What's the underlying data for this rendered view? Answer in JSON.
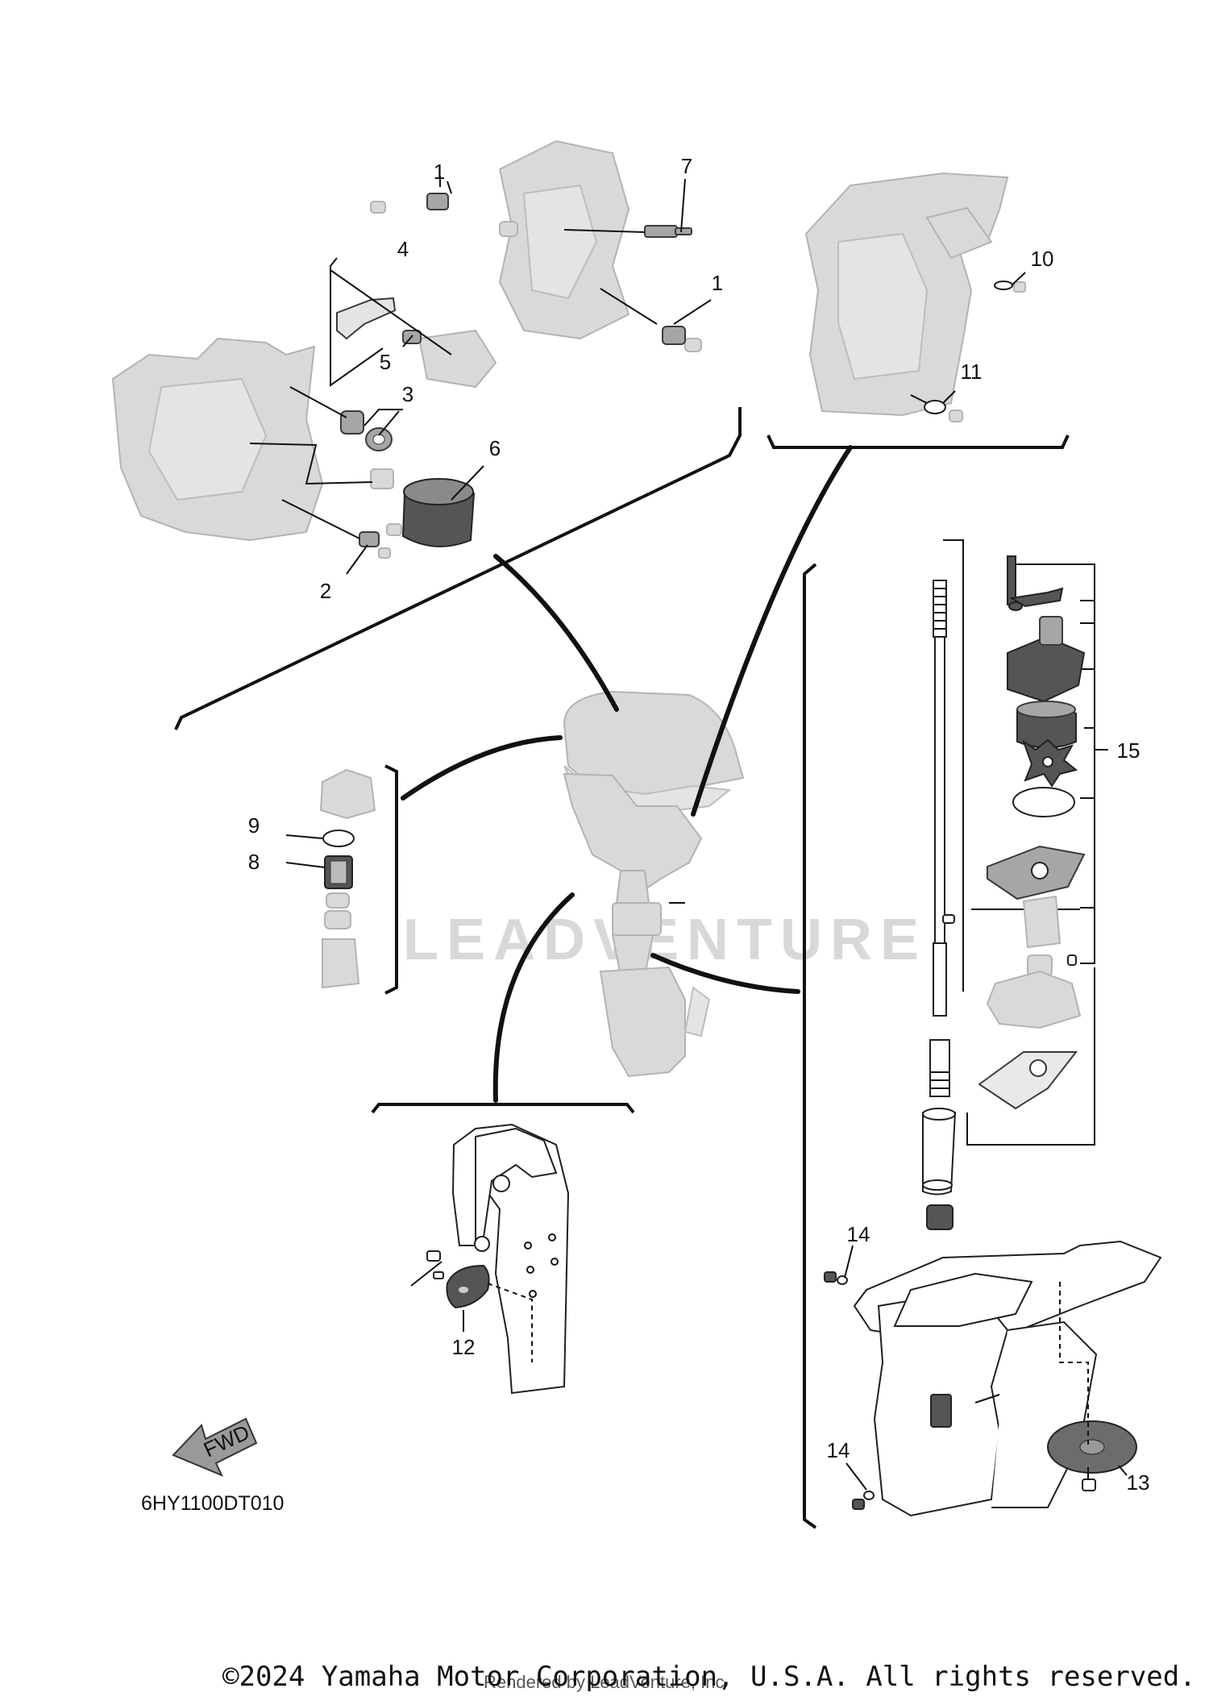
{
  "callouts": {
    "c1": "1",
    "c2": "2",
    "c3": "3",
    "c4": "4",
    "c5": "5",
    "c6": "6",
    "c7": "7",
    "c8": "8",
    "c9": "9",
    "c10": "10",
    "c11": "11",
    "c12": "12",
    "c13": "13",
    "c14": "14",
    "c15": "15"
  },
  "diagram_code": "6HY1100DT010",
  "fwd_label": "FWD",
  "watermark": "LEADVENTURE",
  "render_credit": "Rendered by LeadVenture, Inc",
  "copyright": "©2024 Yamaha Motor Corporation, U.S.A. All rights reserved.",
  "icons": [
    "fwd-arrow-icon"
  ]
}
